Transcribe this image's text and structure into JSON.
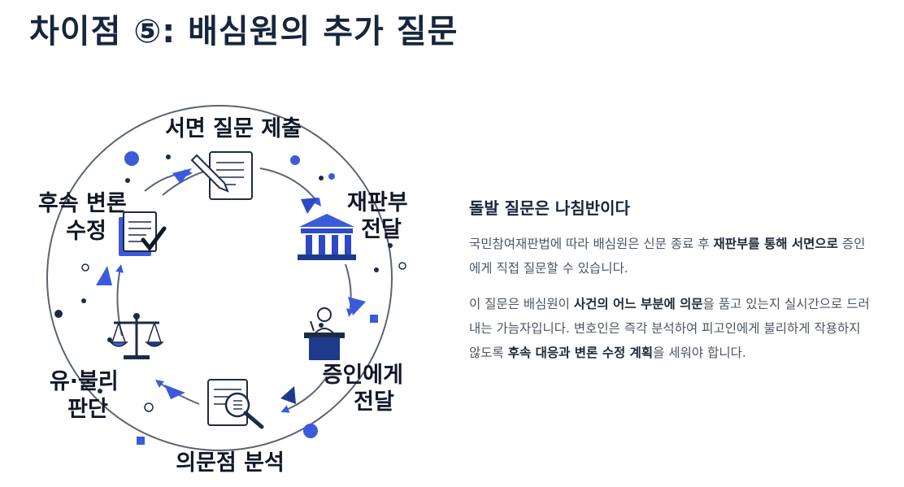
{
  "title": "차이점 ⑤: 배심원의 추가 질문",
  "diagram": {
    "steps": [
      {
        "lines": [
          "서면 질문 제출"
        ],
        "icon": "written-question-icon"
      },
      {
        "lines": [
          "재판부",
          "전달"
        ],
        "icon": "courthouse-icon"
      },
      {
        "lines": [
          "증인에게",
          "전달"
        ],
        "icon": "witness-stand-icon"
      },
      {
        "lines": [
          "의문점 분석"
        ],
        "icon": "document-magnifier-icon"
      },
      {
        "lines": [
          "유·불리",
          "판단"
        ],
        "icon": "scales-icon"
      },
      {
        "lines": [
          "후속 변론",
          "수정"
        ],
        "icon": "checklist-icon"
      }
    ],
    "colors": {
      "accent": "#3b5bdb",
      "dark": "#1e3a8a",
      "ring": "#5b6472"
    }
  },
  "panel": {
    "heading": "돌발 질문은 나침반이다",
    "p1": {
      "t1": "국민참여재판법에 따라 배심원은 신문 종료 후 ",
      "b1": "재판부를 통해 서면으로",
      "t2": " 증인에게 직접 질문할 수 있습니다."
    },
    "p2": {
      "t1": "이 질문은 배심원이 ",
      "b1": "사건의 어느 부분에 의문",
      "t2": "을 품고 있는지 실시간으로 드러내는 가늠자입니다. 변호인은 즉각 분석하여 피고인에게 불리하게 작용하지 않도록 ",
      "b2": "후속 대응과 변론 수정 계획",
      "t3": "을 세워야 합니다."
    }
  }
}
